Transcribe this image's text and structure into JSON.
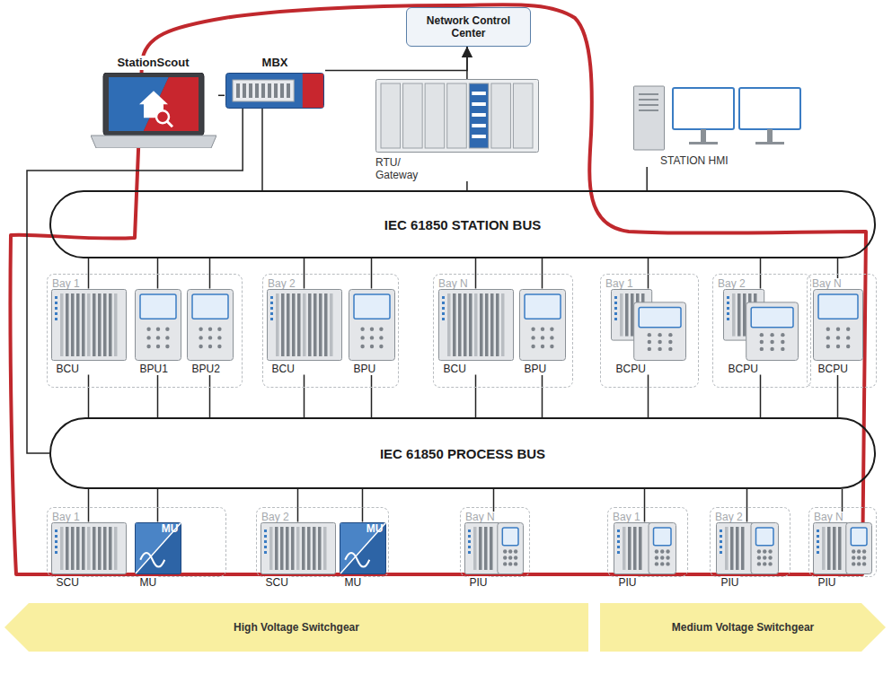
{
  "diagram": {
    "nodes": [
      {
        "text": [
          "Network Control Center"
        ]
      },
      {
        "text": [
          "StationScout"
        ]
      },
      {
        "text": [
          "MBX"
        ]
      },
      {
        "text": [
          "RTU/ Gateway"
        ]
      },
      {
        "text": [
          "STATION HMI"
        ]
      },
      {
        "text": [
          "IEC 61850 STATION BUS"
        ]
      },
      {
        "text": [
          "Bay 1"
        ]
      },
      {
        "text": [
          "BCU"
        ],
        "in": 6
      },
      {
        "text": [
          "BPU1"
        ],
        "in": 6
      },
      {
        "text": [
          "BPU2"
        ],
        "in": 6
      },
      {
        "text": [
          "Bay 2"
        ]
      },
      {
        "text": [
          "BCU"
        ],
        "in": 10
      },
      {
        "text": [
          "BPU"
        ],
        "in": 10
      },
      {
        "text": [
          "Bay N"
        ]
      },
      {
        "text": [
          "BCU"
        ],
        "in": 13
      },
      {
        "text": [
          "BPU"
        ],
        "in": 13
      },
      {
        "text": [
          "Bay 1"
        ]
      },
      {
        "text": [
          "BCPU"
        ],
        "in": 16
      },
      {
        "text": [
          "Bay 2"
        ]
      },
      {
        "text": [
          "BCPU"
        ],
        "in": 18
      },
      {
        "text": [
          "Bay N"
        ]
      },
      {
        "text": [
          "BCPU"
        ],
        "in": 20
      },
      {
        "text": [
          "IEC 61850 PROCESS BUS"
        ]
      },
      {
        "text": [
          "Bay 1"
        ]
      },
      {
        "text": [
          "SCU"
        ],
        "in": 23
      },
      {
        "text": [
          "MU"
        ],
        "in": 23
      },
      {
        "text": [
          "Bay 2"
        ]
      },
      {
        "text": [
          "SCU"
        ],
        "in": 26
      },
      {
        "text": [
          "MU"
        ],
        "in": 26
      },
      {
        "text": [
          "Bay N"
        ]
      },
      {
        "text": [
          "PIU"
        ],
        "in": 29
      },
      {
        "text": [
          "Bay 1"
        ]
      },
      {
        "text": [
          "PIU"
        ],
        "in": 31
      },
      {
        "text": [
          "Bay 2"
        ]
      },
      {
        "text": [
          "PIU"
        ],
        "in": 33
      },
      {
        "text": [
          "Bay N"
        ]
      },
      {
        "text": [
          "PIU"
        ],
        "in": 35
      },
      {
        "text": [
          "High Voltage Switchgear"
        ]
      },
      {
        "text": [
          "Medium Voltage Switchgear"
        ]
      }
    ],
    "edges": [
      {
        "from": 2,
        "to": 0,
        "arrow": "to"
      },
      {
        "from": 3,
        "to": 0,
        "arrow": "to"
      },
      {
        "from": 1,
        "to": 2,
        "arrow": "none"
      },
      {
        "from": 2,
        "to": 5,
        "arrow": "none"
      },
      {
        "from": 3,
        "to": 5,
        "arrow": "none"
      },
      {
        "from": 4,
        "to": 5,
        "arrow": "none"
      },
      {
        "from": 2,
        "to": 22,
        "arrow": "none"
      },
      {
        "from": 7,
        "to": 5,
        "arrow": "none"
      },
      {
        "from": 7,
        "to": 22,
        "arrow": "none"
      },
      {
        "from": 8,
        "to": 5,
        "arrow": "none"
      },
      {
        "from": 8,
        "to": 22,
        "arrow": "none"
      },
      {
        "from": 9,
        "to": 5,
        "arrow": "none"
      },
      {
        "from": 9,
        "to": 22,
        "arrow": "none"
      },
      {
        "from": 11,
        "to": 5,
        "arrow": "none"
      },
      {
        "from": 11,
        "to": 22,
        "arrow": "none"
      },
      {
        "from": 12,
        "to": 5,
        "arrow": "none"
      },
      {
        "from": 12,
        "to": 22,
        "arrow": "none"
      },
      {
        "from": 14,
        "to": 5,
        "arrow": "none"
      },
      {
        "from": 14,
        "to": 22,
        "arrow": "none"
      },
      {
        "from": 15,
        "to": 5,
        "arrow": "none"
      },
      {
        "from": 15,
        "to": 22,
        "arrow": "none"
      },
      {
        "from": 17,
        "to": 5,
        "arrow": "none"
      },
      {
        "from": 17,
        "to": 22,
        "arrow": "none"
      },
      {
        "from": 19,
        "to": 5,
        "arrow": "none"
      },
      {
        "from": 19,
        "to": 22,
        "arrow": "none"
      },
      {
        "from": 21,
        "to": 5,
        "arrow": "none"
      },
      {
        "from": 21,
        "to": 22,
        "arrow": "none"
      },
      {
        "from": 24,
        "to": 22,
        "arrow": "none"
      },
      {
        "from": 25,
        "to": 22,
        "arrow": "none"
      },
      {
        "from": 27,
        "to": 22,
        "arrow": "none"
      },
      {
        "from": 28,
        "to": 22,
        "arrow": "none"
      },
      {
        "from": 30,
        "to": 22,
        "arrow": "none"
      },
      {
        "from": 32,
        "to": 22,
        "arrow": "none"
      },
      {
        "from": 34,
        "to": 22,
        "arrow": "none"
      },
      {
        "from": 36,
        "to": 22,
        "arrow": "none"
      }
    ],
    "labels": [
      "MU",
      "MU"
    ]
  }
}
